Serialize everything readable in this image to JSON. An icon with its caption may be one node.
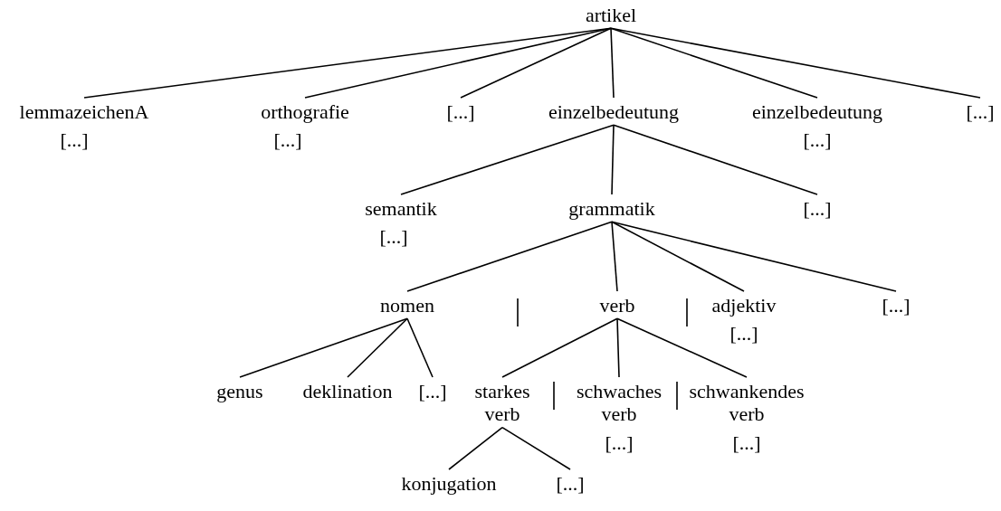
{
  "diagram": {
    "nodes": [
      {
        "text": [
          "artikel"
        ]
      },
      {
        "text": [
          "lemmazeichenA",
          "[...]"
        ]
      },
      {
        "text": [
          "orthografie",
          "[...]"
        ]
      },
      {
        "text": [
          "[...]"
        ]
      },
      {
        "text": [
          "einzelbedeutung"
        ]
      },
      {
        "text": [
          "einzelbedeutung",
          "[...]"
        ]
      },
      {
        "text": [
          "[...]"
        ]
      },
      {
        "text": [
          "semantik",
          "[...]"
        ]
      },
      {
        "text": [
          "grammatik"
        ]
      },
      {
        "text": [
          "[...]"
        ]
      },
      {
        "text": [
          "nomen"
        ]
      },
      {
        "text": [
          "verb"
        ]
      },
      {
        "text": [
          "adjektiv",
          "[...]"
        ]
      },
      {
        "text": [
          "[...]"
        ]
      },
      {
        "text": [
          "genus"
        ]
      },
      {
        "text": [
          "deklination"
        ]
      },
      {
        "text": [
          "[...]"
        ]
      },
      {
        "text": [
          "starkes verb"
        ]
      },
      {
        "text": [
          "schwaches verb",
          "[...]"
        ]
      },
      {
        "text": [
          "schwankendes verb",
          "[...]"
        ]
      },
      {
        "text": [
          "konjugation"
        ]
      },
      {
        "text": [
          "[...]"
        ]
      }
    ],
    "edges": [
      {
        "from": 0,
        "to": 1,
        "arrow": "none"
      },
      {
        "from": 0,
        "to": 2,
        "arrow": "none"
      },
      {
        "from": 0,
        "to": 3,
        "arrow": "none"
      },
      {
        "from": 0,
        "to": 4,
        "arrow": "none"
      },
      {
        "from": 0,
        "to": 5,
        "arrow": "none"
      },
      {
        "from": 0,
        "to": 6,
        "arrow": "none"
      },
      {
        "from": 4,
        "to": 7,
        "arrow": "none"
      },
      {
        "from": 4,
        "to": 8,
        "arrow": "none"
      },
      {
        "from": 4,
        "to": 9,
        "arrow": "none"
      },
      {
        "from": 8,
        "to": 10,
        "arrow": "none"
      },
      {
        "from": 8,
        "to": 11,
        "arrow": "none"
      },
      {
        "from": 8,
        "to": 12,
        "arrow": "none"
      },
      {
        "from": 8,
        "to": 13,
        "arrow": "none"
      },
      {
        "from": 10,
        "to": 14,
        "arrow": "none"
      },
      {
        "from": 10,
        "to": 15,
        "arrow": "none"
      },
      {
        "from": 10,
        "to": 16,
        "arrow": "none"
      },
      {
        "from": 11,
        "to": 17,
        "arrow": "none"
      },
      {
        "from": 11,
        "to": 18,
        "arrow": "none"
      },
      {
        "from": 11,
        "to": 19,
        "arrow": "none"
      },
      {
        "from": 17,
        "to": 20,
        "arrow": "none"
      },
      {
        "from": 17,
        "to": 21,
        "arrow": "none"
      }
    ]
  }
}
